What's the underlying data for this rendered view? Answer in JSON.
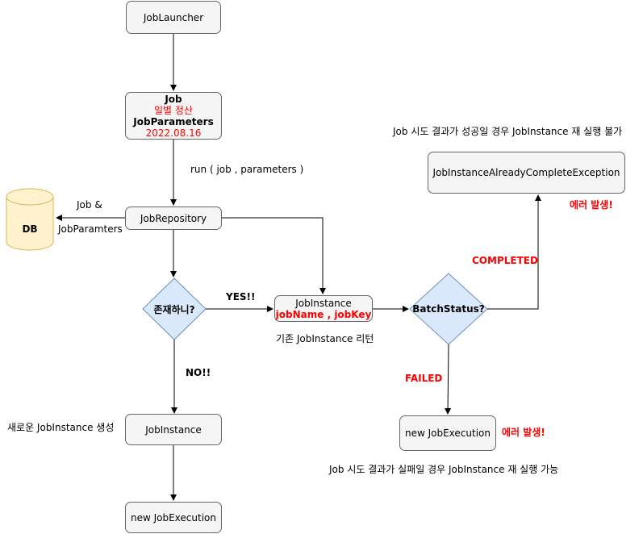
{
  "nodes": {
    "job_launcher": "JobLauncher",
    "job_box": {
      "line1": "Job",
      "line2": "일별 정산",
      "line3": "JobParameters",
      "line4": "2022.08.16"
    },
    "job_repository": "JobRepository",
    "db": "DB",
    "exists_decision": "존재하니?",
    "job_instance_existing": {
      "line1": "JobInstance",
      "line2": "jobName , jobKey"
    },
    "batch_status_decision": "BatchStatus?",
    "already_complete_exception": "JobInstanceAlreadyCompleteException",
    "new_job_execution_failed": "new JobExecution",
    "job_instance_new": "JobInstance",
    "new_job_execution": "new JobExecution"
  },
  "labels": {
    "run": "run ( job , parameters )",
    "job_and": "Job &",
    "job_paramters": "JobParamters",
    "yes": "YES!!",
    "no": "NO!!",
    "return_existing": "기존 JobInstance 리턴",
    "create_new": "새로운 JobInstance 생성",
    "completed": "COMPLETED",
    "failed": "FAILED",
    "error_1": "에러 발생!",
    "error_2": "에러 발생!",
    "note_completed": "Job 시도 결과가 성공일 경우 JobInstance 재 실행 불가",
    "note_failed": "Job 시도 결과가 실패일 경우 JobInstance 재 실행 가능"
  },
  "colors": {
    "node_fill": "#f5f5f5",
    "node_stroke": "#666666",
    "decision_fill": "#dae8fc",
    "decision_stroke": "#6c8ebf",
    "db_fill": "#fff2cc",
    "db_stroke": "#d6b656",
    "highlight": "#ff0000"
  }
}
